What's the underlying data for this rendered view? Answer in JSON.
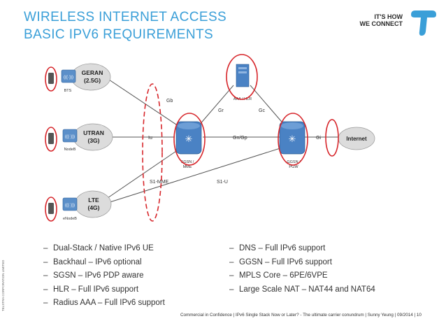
{
  "header": {
    "title_line1": "WIRELESS INTERNET ACCESS",
    "title_line2": "BASIC IPV6 REQUIREMENTS",
    "tagline_line1": "IT'S HOW",
    "tagline_line2": "WE CONNECT",
    "brand_color": "#3a9fd8",
    "logo_icon": "telstra-t-logo-icon"
  },
  "diagram": {
    "nodes": {
      "geran_l1": "GERAN",
      "geran_l2": "(2.5G)",
      "utran_l1": "UTRAN",
      "utran_l2": "(3G)",
      "lte_l1": "LTE",
      "lte_l2": "(4G)",
      "bts": "BTS",
      "nodeb": "NodeB",
      "enodeb": "eNodeB",
      "sgsn_l1": "SGSN /",
      "sgsn_l2": "MME",
      "ggsn_l1": "GGSN /",
      "ggsn_l2": "PGW",
      "hlr": "AAA / HLR",
      "internet": "Internet"
    },
    "interfaces": {
      "gb": "Gb",
      "iu": "Iu",
      "s1mme": "S1-MME",
      "gr": "Gr",
      "gc": "Gc",
      "gngp": "Gn/Gp",
      "gi": "Gi",
      "s1u": "S1-U"
    },
    "highlight_color": "#d7262b"
  },
  "bullets_left": [
    "Dual-Stack / Native IPv6 UE",
    "Backhaul – IPv6 optional",
    "SGSN – IPv6 PDP aware",
    "HLR – Full IPv6 support",
    "Radius AAA – Full IPv6 support"
  ],
  "bullets_right": [
    "DNS – Full IPv6 support",
    "GGSN – Full IPv6 support",
    "MPLS Core – 6PE/6VPE",
    "Large Scale NAT – NAT44 and NAT64"
  ],
  "bullet_dash": "–",
  "footer": "Commercial in Confidence | IPv6 Single Stack Now or Later? - The ultimate carrier conundrum | Sunny Yeung | 09/2014 | 10",
  "sidebar": "TELSTRA CORPORATION LIMITED"
}
